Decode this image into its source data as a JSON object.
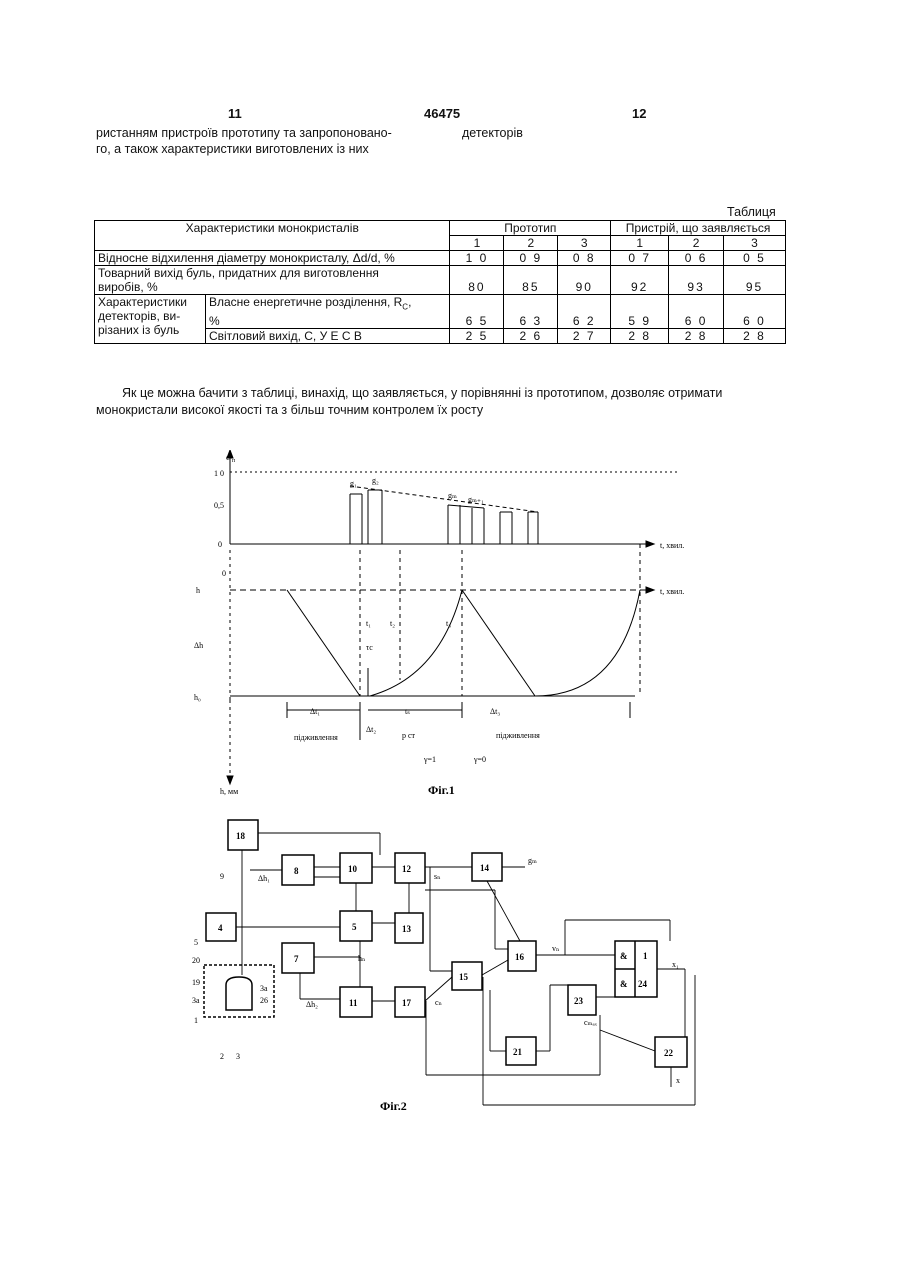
{
  "header": {
    "page_left": "11",
    "patent_number": "46475",
    "page_right": "12"
  },
  "intro": {
    "col_left_line1": "ристанням пристроїв прототипу та запропоновано-",
    "col_left_line2": "го, а також характеристики виготовлених із них",
    "col_right_line1": "детекторів"
  },
  "table": {
    "caption": "Таблиця",
    "head_characteristics": "Характеристики монокристалів",
    "head_prototype": "Прототип",
    "head_device": "Пристрій, що заявляється",
    "col_numbers": [
      "1",
      "2",
      "3",
      "1",
      "2",
      "3"
    ],
    "rows": [
      {
        "label": "Відносне відхилення діаметру монокристалу, Δd/d, %",
        "values": [
          "1 0",
          "0 9",
          "0 8",
          "0 7",
          "0 6",
          "0 5"
        ]
      },
      {
        "label_line1": "Товарний вихід буль, придатних для виготовлення",
        "label_line2": "виробів, %",
        "values": [
          "80",
          "85",
          "90",
          "92",
          "93",
          "95"
        ]
      }
    ],
    "group_label_line1": "Характеристики",
    "group_label_line2": "детекторів, ви-",
    "group_label_line3": "різаних із буль",
    "sub_rows": [
      {
        "label_line1": "Власне енергетичне розділення, R",
        "label_sub": "C",
        "label_suffix": ",",
        "label_line2": "%",
        "values": [
          "6 5",
          "6 3",
          "6 2",
          "5 9",
          "6 0",
          "6 0"
        ]
      },
      {
        "label": "Світловий вихід, С, У Е С В",
        "values": [
          "2 5",
          "2 6",
          "2 7",
          "2 8",
          "2 8",
          "2 8"
        ]
      }
    ]
  },
  "paragraph": "Як це можна бачити з таблиці, винахід, що заявляється, у порівнянні із прототипом, дозволяє отримати монокристали високої якості та з більш точним контролем їх росту",
  "fig1": {
    "caption": "Фіг.1",
    "y_top_label": "c",
    "y_top_sub": "п",
    "tick_10": "1 0",
    "tick_05": "0,5",
    "tick_0": "0",
    "x_top_label": "t, хвил.",
    "x_mid_label": "t, хвил.",
    "zero_mid": "0",
    "h_label": "h",
    "dh_label": "Δh",
    "h0_label": "h₀",
    "y_bottom_label": "h, мм",
    "g1": "g₁",
    "g2": "g₂",
    "gm": "gₘ",
    "gm1": "gₘ₊₁",
    "dt1": "Δt₁",
    "dt2": "Δt₂",
    "dt3": "Δt₃",
    "ts": "tₛ",
    "tc": "τc",
    "t1": "t₁",
    "t2": "t₂",
    "t3": "t₃",
    "phase1": "підживлення",
    "phase2": "р ст",
    "phase3": "підживлення",
    "gamma1": "γ=1",
    "gamma0": "γ=0"
  },
  "fig2": {
    "caption": "Фіг.2",
    "blocks": [
      "18",
      "8",
      "10",
      "12",
      "14",
      "4",
      "5",
      "13",
      "7",
      "16",
      "15",
      "11",
      "17",
      "23",
      "24",
      "21",
      "22"
    ],
    "and1": "&",
    "and2": "&",
    "or_sym": "1",
    "label_dh1": "Δh₁",
    "label_dh2": "Δh₂",
    "label_hn": "hₙ",
    "label_vn": "vₙ",
    "label_gm": "gₘ",
    "label_cn": "cₙ",
    "label_sn": "sₙ",
    "label_cmax": "cₘₐₓ",
    "label_x": "x",
    "label_x1": "x₁",
    "side_labels": [
      "9",
      "5",
      "20",
      "19",
      "3а",
      "1",
      "2",
      "3",
      "3а",
      "26"
    ]
  }
}
